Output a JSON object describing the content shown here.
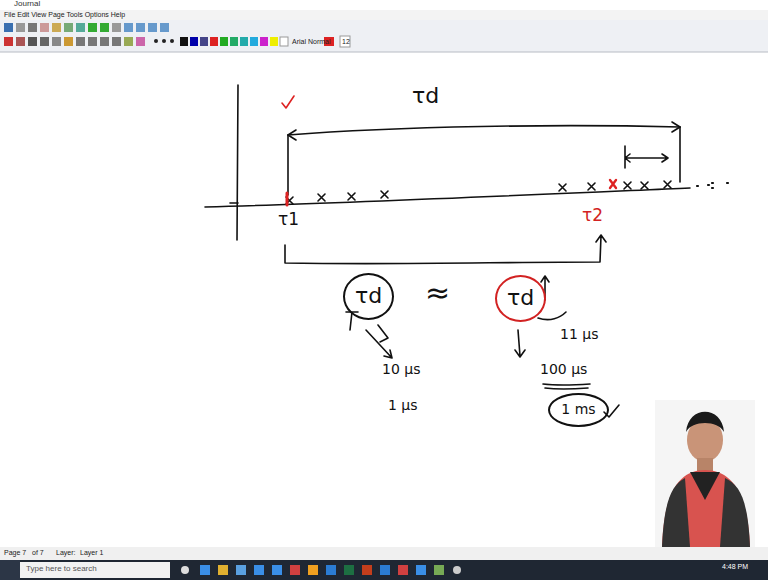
{
  "diagram": {
    "nodes": [
      {
        "text": [
          "τd"
        ]
      },
      {
        "text": [
          "τd"
        ]
      },
      {
        "text": [
          "1 ms"
        ]
      }
    ],
    "labels": [
      "Journal",
      "File Edit View Page Tools Options Help",
      "Arial Normal",
      "12",
      "τd",
      "τ1",
      "τ2",
      "≈",
      "10 μs",
      "1 μs",
      "11 μs",
      "100 μs",
      "Page 7",
      "of 7",
      "Layer:",
      "Layer 1",
      "Type here to search",
      "4:48 PM"
    ]
  }
}
